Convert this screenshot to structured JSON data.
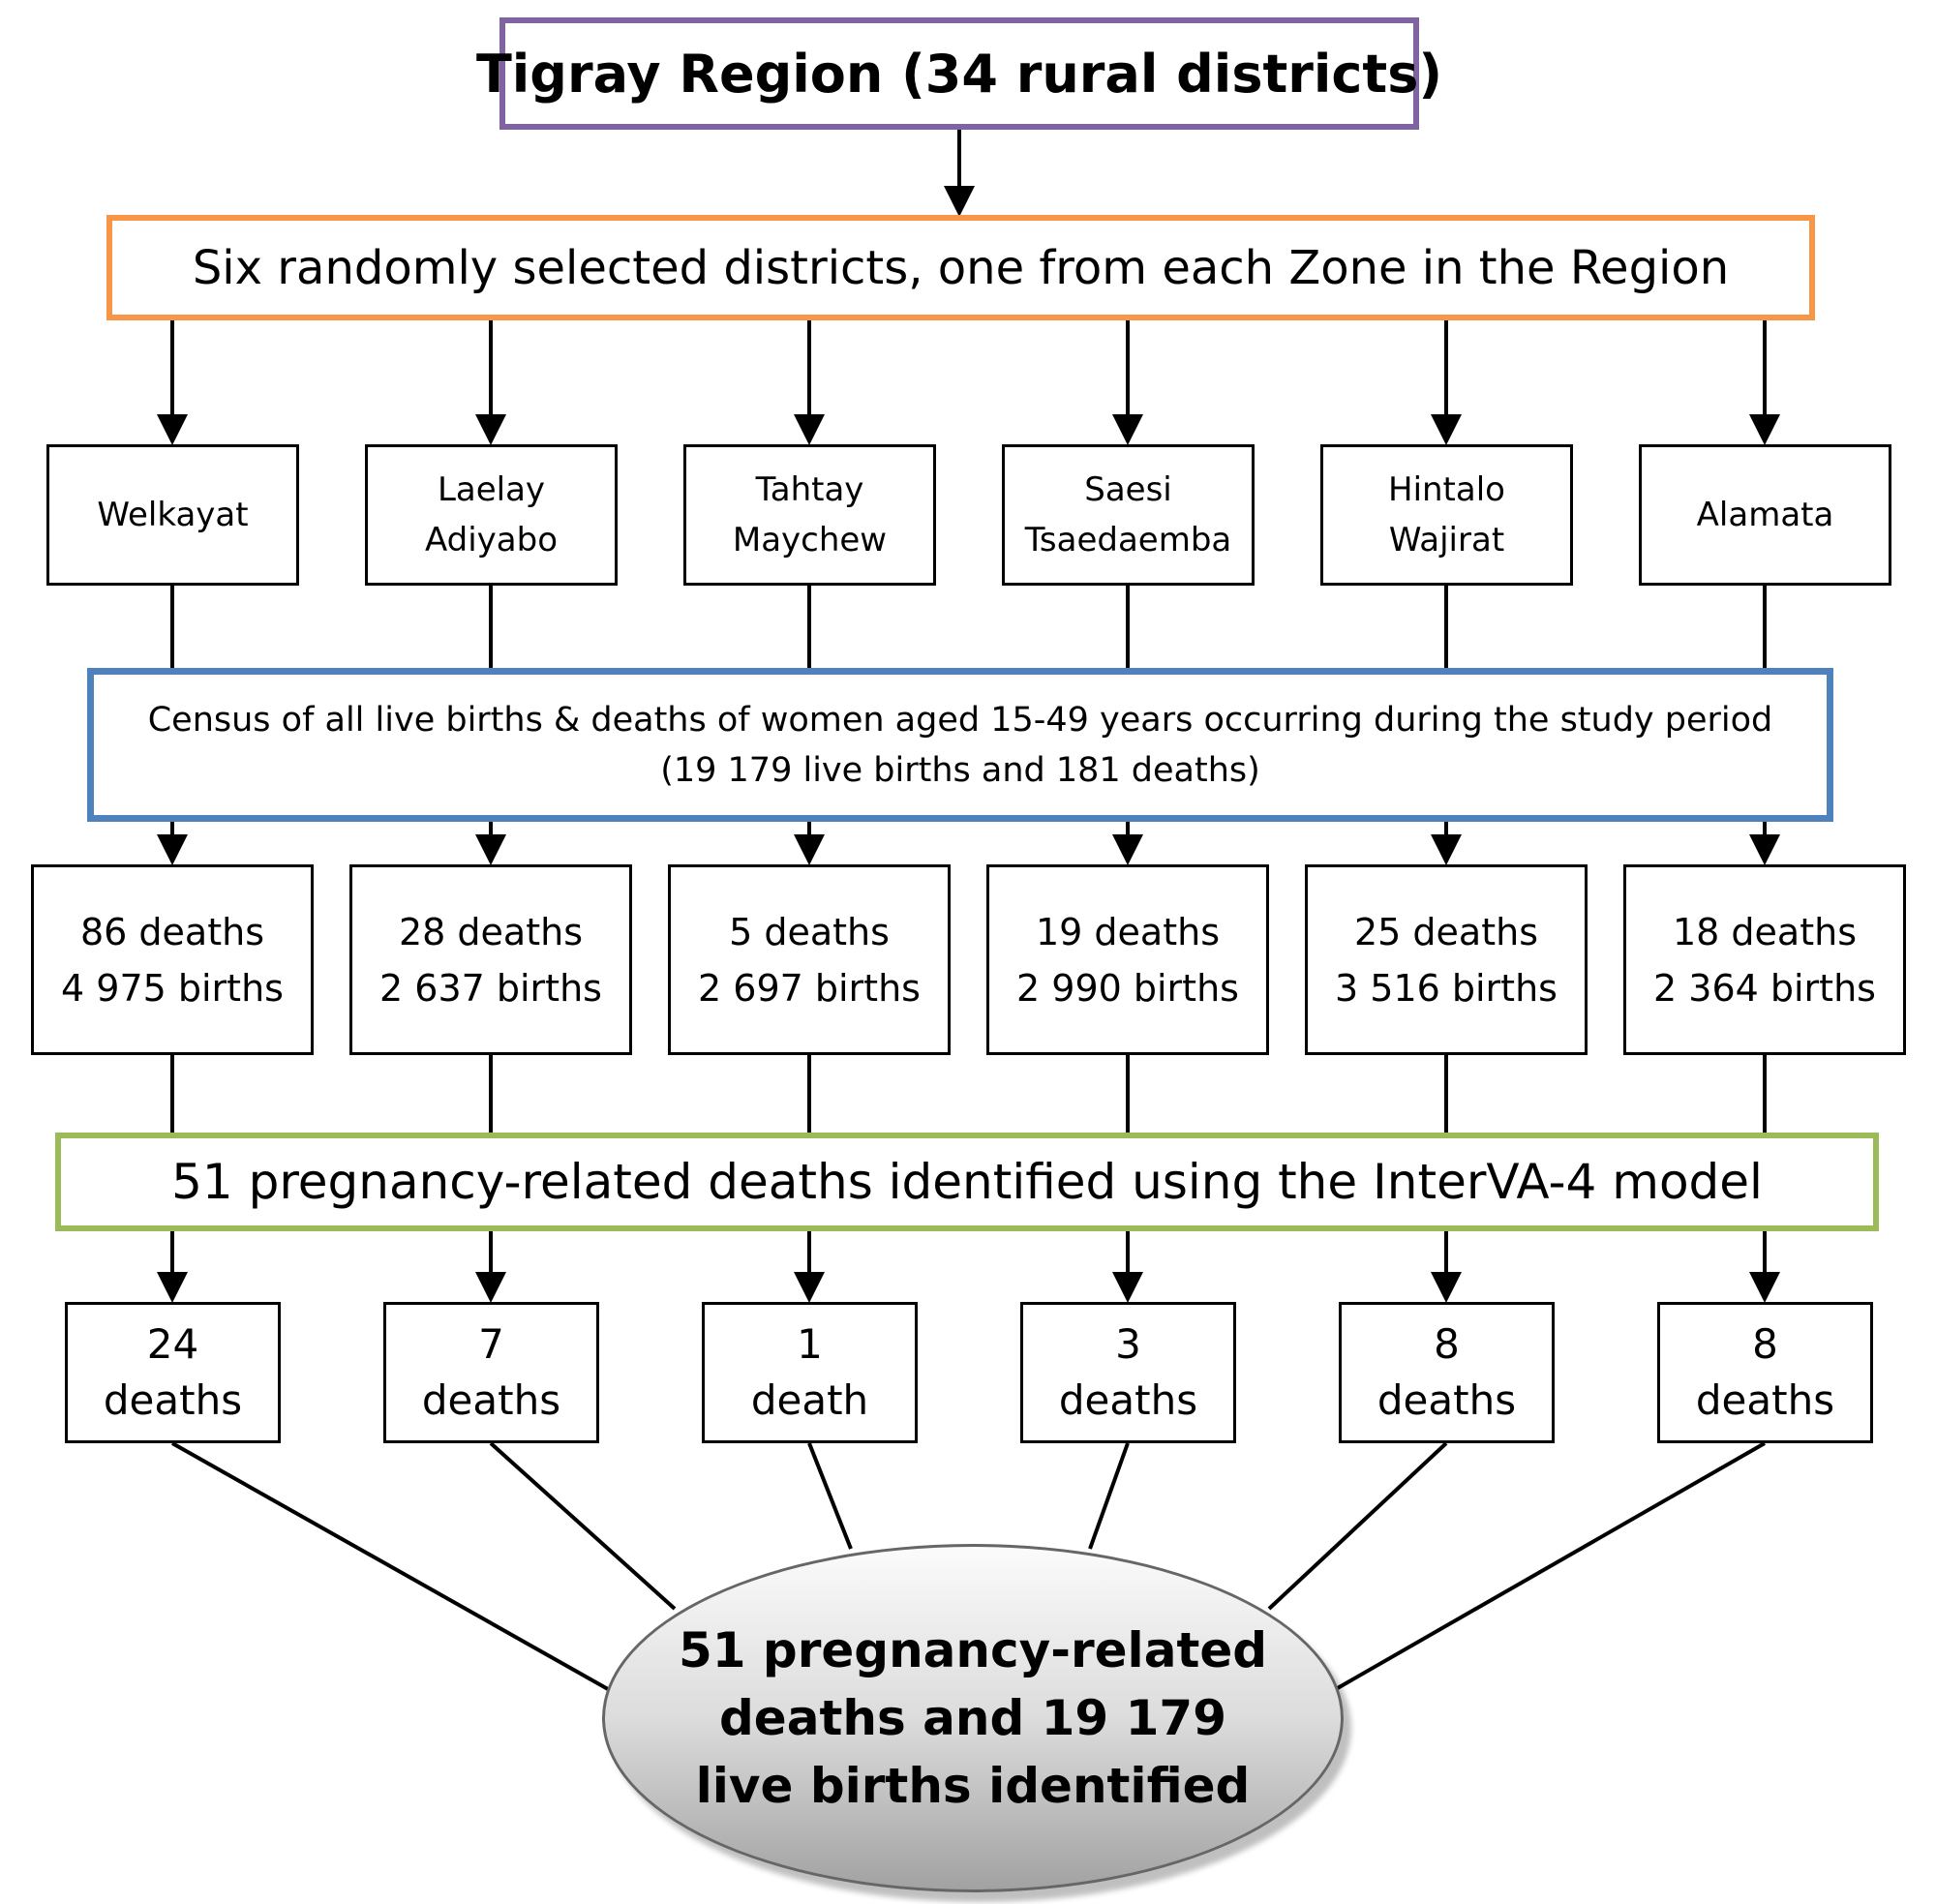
{
  "region": {
    "title": "Tigray Region  (34 rural districts)"
  },
  "selection": {
    "text": "Six randomly selected districts, one from each Zone in the Region"
  },
  "census": {
    "line1": "Census of all live births & deaths of women aged 15-49 years occurring during the study period",
    "line2": "(19 179 live births and 181 deaths)"
  },
  "interva": {
    "text": "51 pregnancy-related deaths identified using the InterVA-4 model"
  },
  "districts": [
    {
      "name_lines": [
        "Welkayat"
      ],
      "deaths": "86 deaths",
      "births": "4 975 births",
      "preg_num": "24",
      "preg_unit": "deaths"
    },
    {
      "name_lines": [
        "Laelay",
        "Adiyabo"
      ],
      "deaths": "28 deaths",
      "births": "2 637 births",
      "preg_num": "7",
      "preg_unit": "deaths"
    },
    {
      "name_lines": [
        "Tahtay",
        "Maychew"
      ],
      "deaths": "5 deaths",
      "births": "2 697 births",
      "preg_num": "1",
      "preg_unit": "death"
    },
    {
      "name_lines": [
        "Saesi",
        "Tsaedaemba"
      ],
      "deaths": "19 deaths",
      "births": "2 990 births",
      "preg_num": "3",
      "preg_unit": "deaths"
    },
    {
      "name_lines": [
        "Hintalo",
        "Wajirat"
      ],
      "deaths": "25 deaths",
      "births": "3 516 births",
      "preg_num": "8",
      "preg_unit": "deaths"
    },
    {
      "name_lines": [
        "Alamata"
      ],
      "deaths": "18 deaths",
      "births": "2 364 births",
      "preg_num": "8",
      "preg_unit": "deaths"
    }
  ],
  "summary": {
    "lines": [
      "51 pregnancy-related",
      "deaths  and 19 179",
      "live births identified"
    ]
  }
}
